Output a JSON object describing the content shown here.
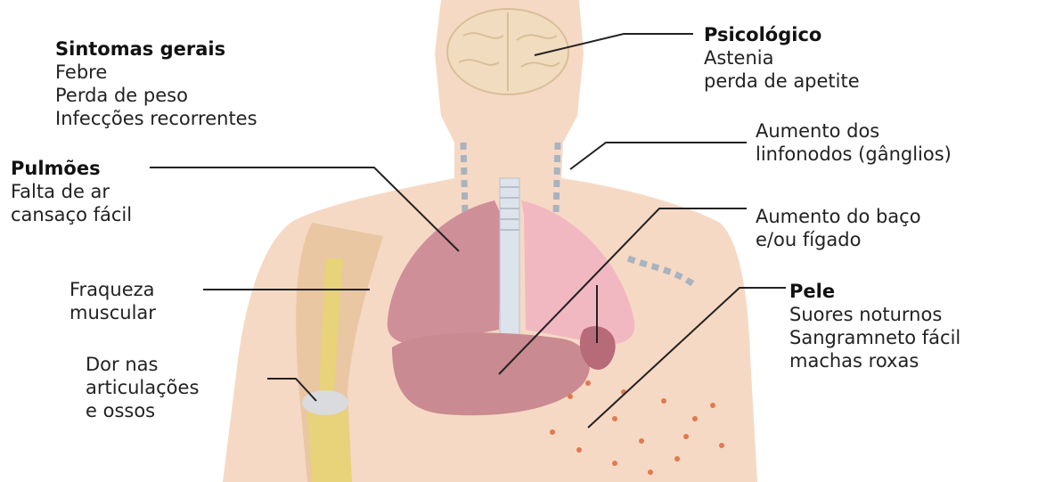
{
  "labels": {
    "general": {
      "heading": "Sintomas gerais",
      "items": [
        "Febre",
        "Perda de peso",
        "Infecções recorrentes"
      ]
    },
    "psych": {
      "heading": "Psicológico",
      "items": [
        "Astenia",
        "perda de apetite"
      ]
    },
    "lungs": {
      "heading": "Pulmões",
      "items": [
        "Falta de ar",
        "cansaço fácil"
      ]
    },
    "lymph": {
      "items": [
        "Aumento dos",
        "linfonodos (gânglios)"
      ]
    },
    "spleen": {
      "items": [
        "Aumento do baço",
        "e/ou fígado"
      ]
    },
    "muscle": {
      "items": [
        "Fraqueza",
        "muscular"
      ]
    },
    "skin": {
      "heading": "Pele",
      "items": [
        "Suores noturnos",
        "Sangramneto fácil",
        "machas roxas"
      ]
    },
    "joints": {
      "items": [
        "Dor nas",
        "articulações",
        "e ossos"
      ]
    }
  },
  "colors": {
    "skin": "#f6d9c4",
    "bone": "#e8d27a",
    "lung_left": "#cf8f98",
    "lung_right": "#f2b8c2",
    "liver": "#c98a92",
    "brain": "#f1dcc0",
    "petechiae": "#e07a50",
    "leader": "#222222"
  },
  "icons": [
    "human-body-figure",
    "brain-icon",
    "lungs-icon",
    "trachea-icon",
    "liver-icon",
    "spleen-icon",
    "lymph-node-icon",
    "arm-bone-icon"
  ]
}
